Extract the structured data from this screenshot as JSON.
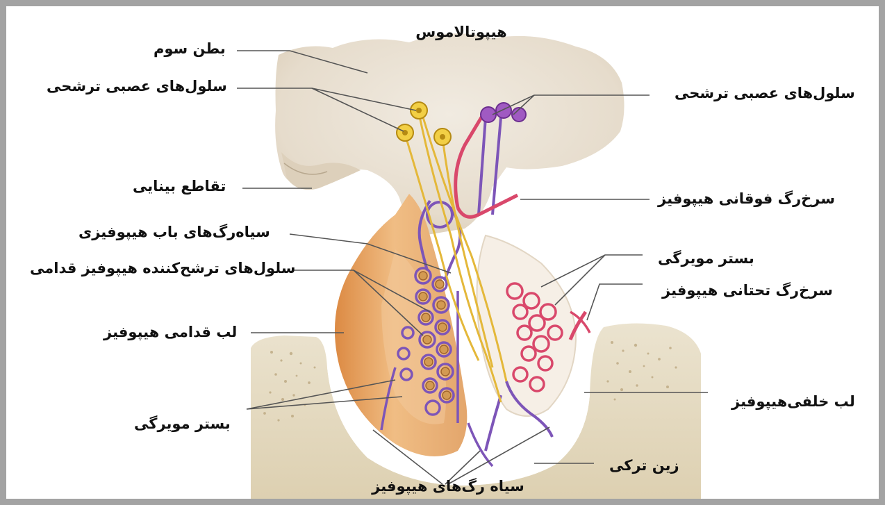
{
  "labels": {
    "hypothalamus": "هیپوتالاموس",
    "third_ventricle": "بطن سوم",
    "neurosecretory_cells_left": "سلول‌های عصبی ترشحی",
    "neurosecretory_cells_right": "سلول‌های عصبی ترشحی",
    "optic_chiasm": "تقاطع بینایی",
    "superior_hypophyseal_artery": "سرخ‌رگ فوقانی هیپوفیز",
    "hypophyseal_portal_veins": "سیاه‌رگ‌های باب هیپوفیزی",
    "capillary_bed_right": "بستر مویرگی",
    "secretory_cells_anterior_pituitary": "سلول‌های ترشح‌کننده هیپوفیز قدامی",
    "inferior_hypophyseal_artery": "سرخ‌رگ تحتانی هیپوفیز",
    "anterior_lobe": "لب قدامی هیپوفیز",
    "posterior_lobe": "لب خلفی‌هیپوفیز",
    "capillary_bed_left": "بستر مویرگی",
    "sella_turcica": "زین ترکی",
    "hypophyseal_veins": "سیاه رگ‌های هیپوفیز"
  },
  "colors": {
    "frame": "#a3a3a3",
    "hypothalamus_tissue": "#ece3d6",
    "bone": "#e6dcc4",
    "anterior_lobe": "#e9a867",
    "portal_vein": "#7d55b8",
    "artery": "#d9486b",
    "nerve_fiber": "#e4b83a"
  }
}
